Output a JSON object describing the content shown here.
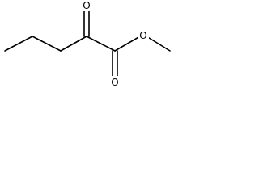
{
  "molecule": {
    "atoms": {
      "ketone_oxygen": "O",
      "carbonyl_oxygen": "O",
      "ester_oxygen": "O"
    }
  }
}
